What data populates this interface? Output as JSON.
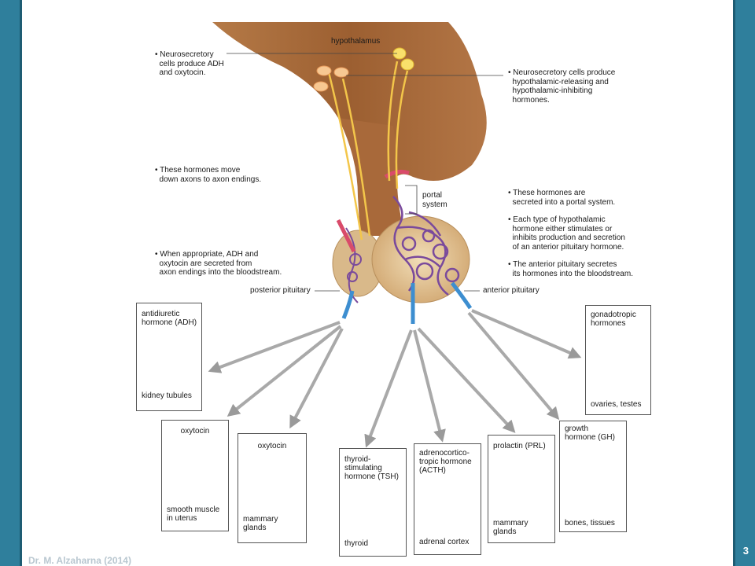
{
  "slide": {
    "number": "3",
    "footer": "Dr. M. Alzaharna (2014)"
  },
  "diagram": {
    "hypothalamus": "hypothalamus",
    "notes_left": [
      "• Neurosecretory\n  cells produce ADH\n  and oxytocin.",
      "• These hormones move\n  down axons to axon endings.",
      "• When appropriate, ADH and\n  oxytocin are secreted from\n  axon endings into the bloodstream."
    ],
    "notes_right": [
      "• Neurosecretory cells produce\n  hypothalamic-releasing and\n  hypothalamic-inhibiting\n  hormones.",
      "• These hormones are\n  secreted into a portal system.",
      "• Each type of hypothalamic\n  hormone either stimulates or\n  inhibits production and secretion\n  of an anterior pituitary hormone.",
      "• The anterior pituitary secretes\n  its hormones into the bloodstream."
    ],
    "portal_system": "portal\nsystem",
    "posterior_pituitary": "posterior pituitary",
    "anterior_pituitary": "anterior pituitary",
    "targets": {
      "adh": {
        "hormone": "antidiuretic\nhormone (ADH)",
        "target": "kidney tubules"
      },
      "oxytocin_uterus": {
        "hormone": "oxytocin",
        "target": "smooth muscle\nin uterus"
      },
      "oxytocin_mammary": {
        "hormone": "oxytocin",
        "target": "mammary\nglands"
      },
      "tsh": {
        "hormone": "thyroid-\nstimulating\nhormone (TSH)",
        "target": "thyroid"
      },
      "acth": {
        "hormone": "adrenocortico-\ntropic hormone\n(ACTH)",
        "target": "adrenal cortex"
      },
      "prl": {
        "hormone": "prolactin (PRL)",
        "target": "mammary\nglands"
      },
      "gh": {
        "hormone": "growth\nhormone (GH)",
        "target": "bones, tissues"
      },
      "gonadotropic": {
        "hormone": "gonadotropic\nhormones",
        "target": "ovaries, testes"
      }
    }
  }
}
